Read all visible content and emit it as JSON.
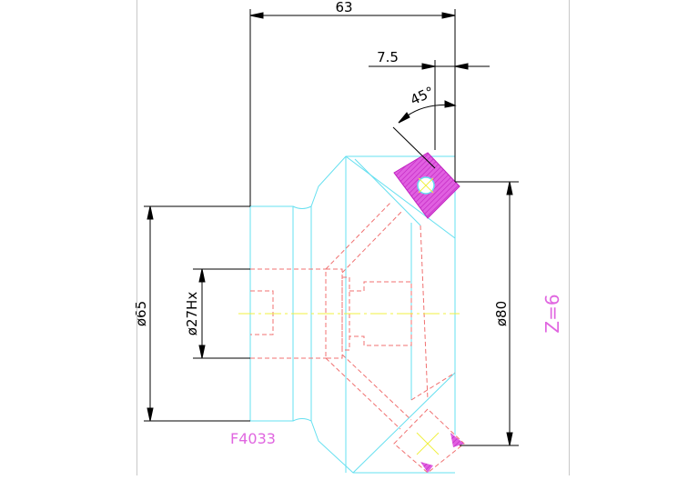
{
  "drawing": {
    "part_number": "F4033",
    "teeth": "Z=6",
    "colors": {
      "outline": "#66e0f0",
      "hidden": "#f07070",
      "insert": "#e060e0",
      "dimension": "#000000",
      "centerline": "#f0f040",
      "annotation": "#e066e0"
    },
    "dimensions": {
      "overall_length": "63",
      "offset": "7.5",
      "angle": "45°",
      "shank_diameter": "ø65",
      "bore_diameter": "ø27Hx",
      "cutter_diameter": "ø80"
    }
  }
}
